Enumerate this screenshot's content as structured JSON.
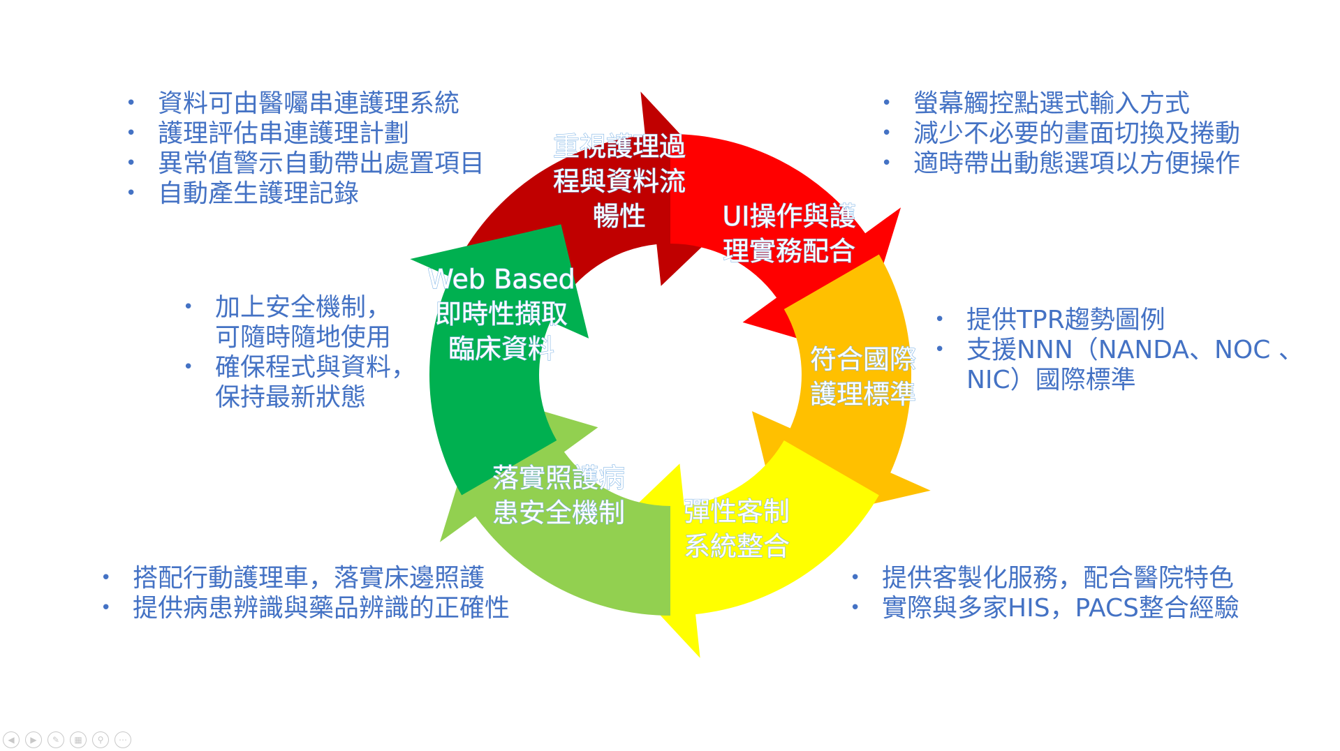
{
  "colors": {
    "bullet_text": "#4472c4",
    "segment_red_dark": "#c00000",
    "segment_red": "#ff0000",
    "segment_orange": "#ffc000",
    "segment_yellow": "#ffff00",
    "segment_light_green": "#92d050",
    "segment_green": "#00b050"
  },
  "cycle": {
    "segments": [
      {
        "lines": [
          "重視護理過",
          "程與資料流",
          "暢性"
        ]
      },
      {
        "lines": [
          "UI操作與護",
          "理實務配合"
        ]
      },
      {
        "lines": [
          "符合國際",
          "護理標準"
        ]
      },
      {
        "lines": [
          "彈性客制",
          "系統整合"
        ]
      },
      {
        "lines": [
          "落實照護病",
          "患安全機制"
        ]
      },
      {
        "lines": [
          "Web Based",
          "即時性擷取",
          "臨床資料"
        ]
      }
    ]
  },
  "bullet_groups": [
    {
      "id": "top-left",
      "items": [
        [
          "資料可由醫囑串連護理系統"
        ],
        [
          "護理評估串連護理計劃"
        ],
        [
          "異常值警示自動帶出處置項目"
        ],
        [
          "自動產生護理記錄"
        ]
      ]
    },
    {
      "id": "top-right",
      "items": [
        [
          "螢幕觸控點選式輸入方式"
        ],
        [
          "減少不必要的畫面切換及捲動"
        ],
        [
          "適時帶出動態選項以方便操作"
        ]
      ]
    },
    {
      "id": "mid-left",
      "items": [
        [
          "加上安全機制，",
          "可隨時隨地使用"
        ],
        [
          "確保程式與資料，",
          "保持最新狀態"
        ]
      ]
    },
    {
      "id": "mid-right",
      "items": [
        [
          "提供TPR趨勢圖例"
        ],
        [
          "支援NNN（NANDA、NOC 、",
          "NIC）國際標準"
        ]
      ]
    },
    {
      "id": "bottom-left",
      "items": [
        [
          "搭配行動護理車，落實床邊照護"
        ],
        [
          "提供病患辨識與藥品辨識的正確性"
        ]
      ]
    },
    {
      "id": "bottom-right",
      "items": [
        [
          "提供客製化服務，配合醫院特色"
        ],
        [
          "實際與多家HIS，PACS整合經驗"
        ]
      ]
    }
  ],
  "bullet_symbol": "•",
  "nav": {
    "buttons": [
      {
        "name": "previous-slide-button",
        "glyph": "◀"
      },
      {
        "name": "next-slide-button",
        "glyph": "▶"
      },
      {
        "name": "pen-tool-button",
        "glyph": "✎"
      },
      {
        "name": "slides-grid-button",
        "glyph": "▦"
      },
      {
        "name": "zoom-button",
        "glyph": "⚲"
      },
      {
        "name": "more-options-button",
        "glyph": "⋯"
      }
    ]
  }
}
